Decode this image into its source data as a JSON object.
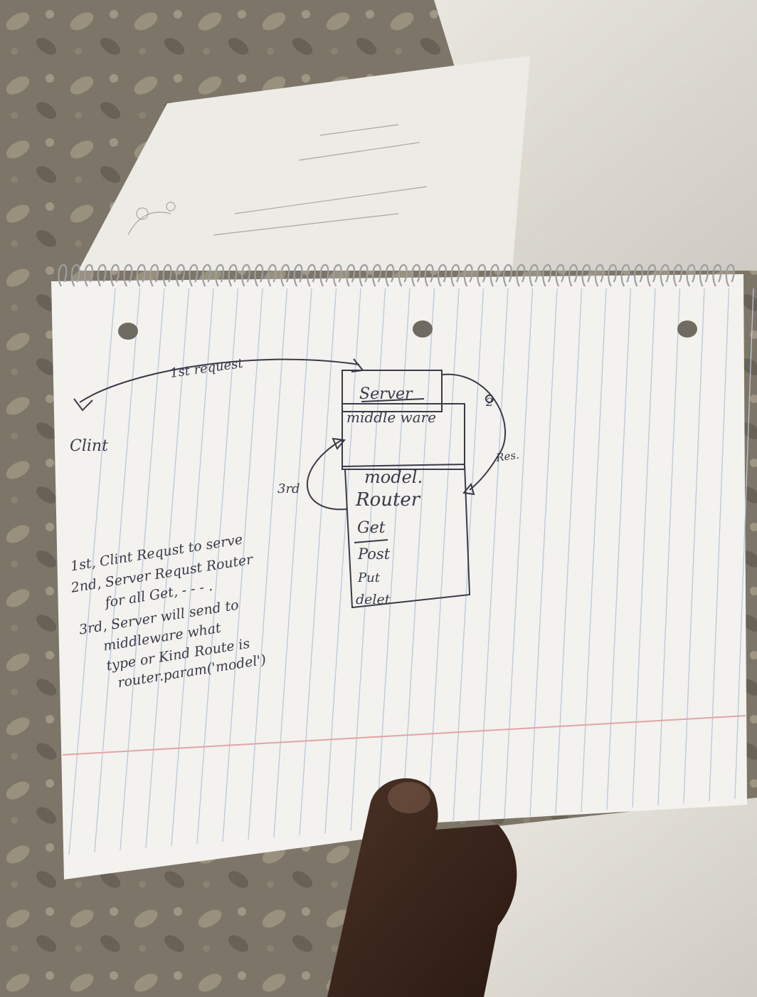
{
  "diagram": {
    "labels": {
      "first_request": "1st request",
      "client": "Clint",
      "server": "Server",
      "middleware": "middle ware",
      "model": "model.",
      "router": "Router",
      "three_rd": "3rd",
      "two": "2",
      "res": "Res."
    },
    "routes": [
      "Get",
      "Post",
      "Put",
      "delet"
    ]
  },
  "notes": [
    "1st, Clint Requst to serve",
    "2nd, Server Requst Router",
    "for all Get, - - - .",
    "3rd, Server will send to",
    "middleware what",
    "type or Kind Route is",
    "router.param('model')"
  ],
  "colors": {
    "paper": "#f3f2ee",
    "ruled_line": "#b9c8dc",
    "margin_line": "#e3a4a8",
    "ink": "#3a3a48"
  }
}
